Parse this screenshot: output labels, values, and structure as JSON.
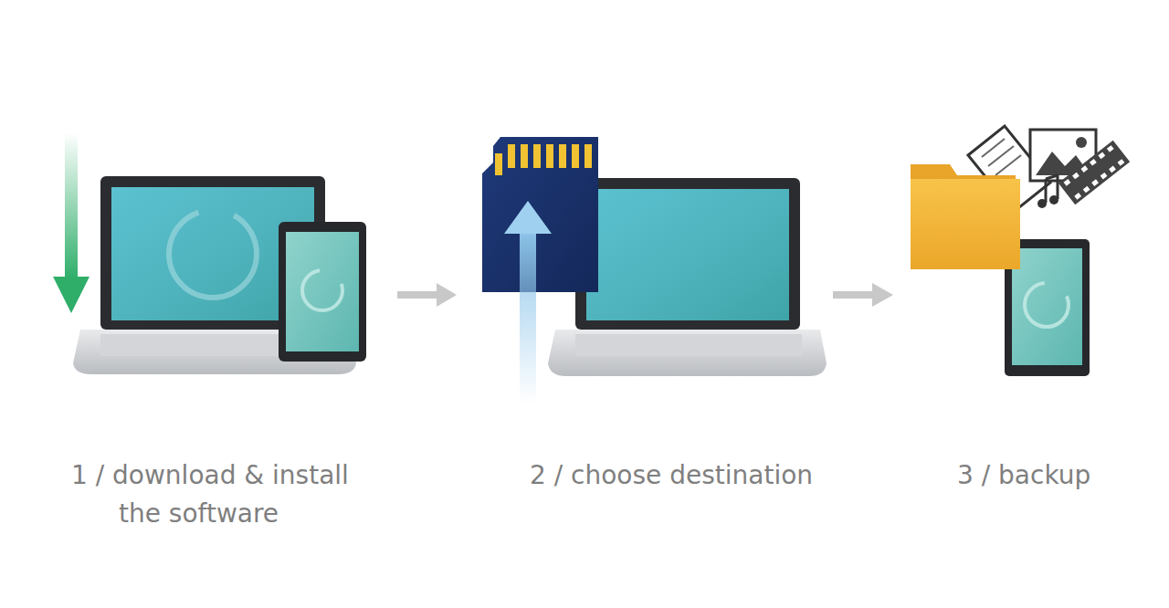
{
  "diagram": {
    "labels": [
      "1 / download & install the software",
      "2 / choose destination",
      "3 / backup"
    ]
  }
}
